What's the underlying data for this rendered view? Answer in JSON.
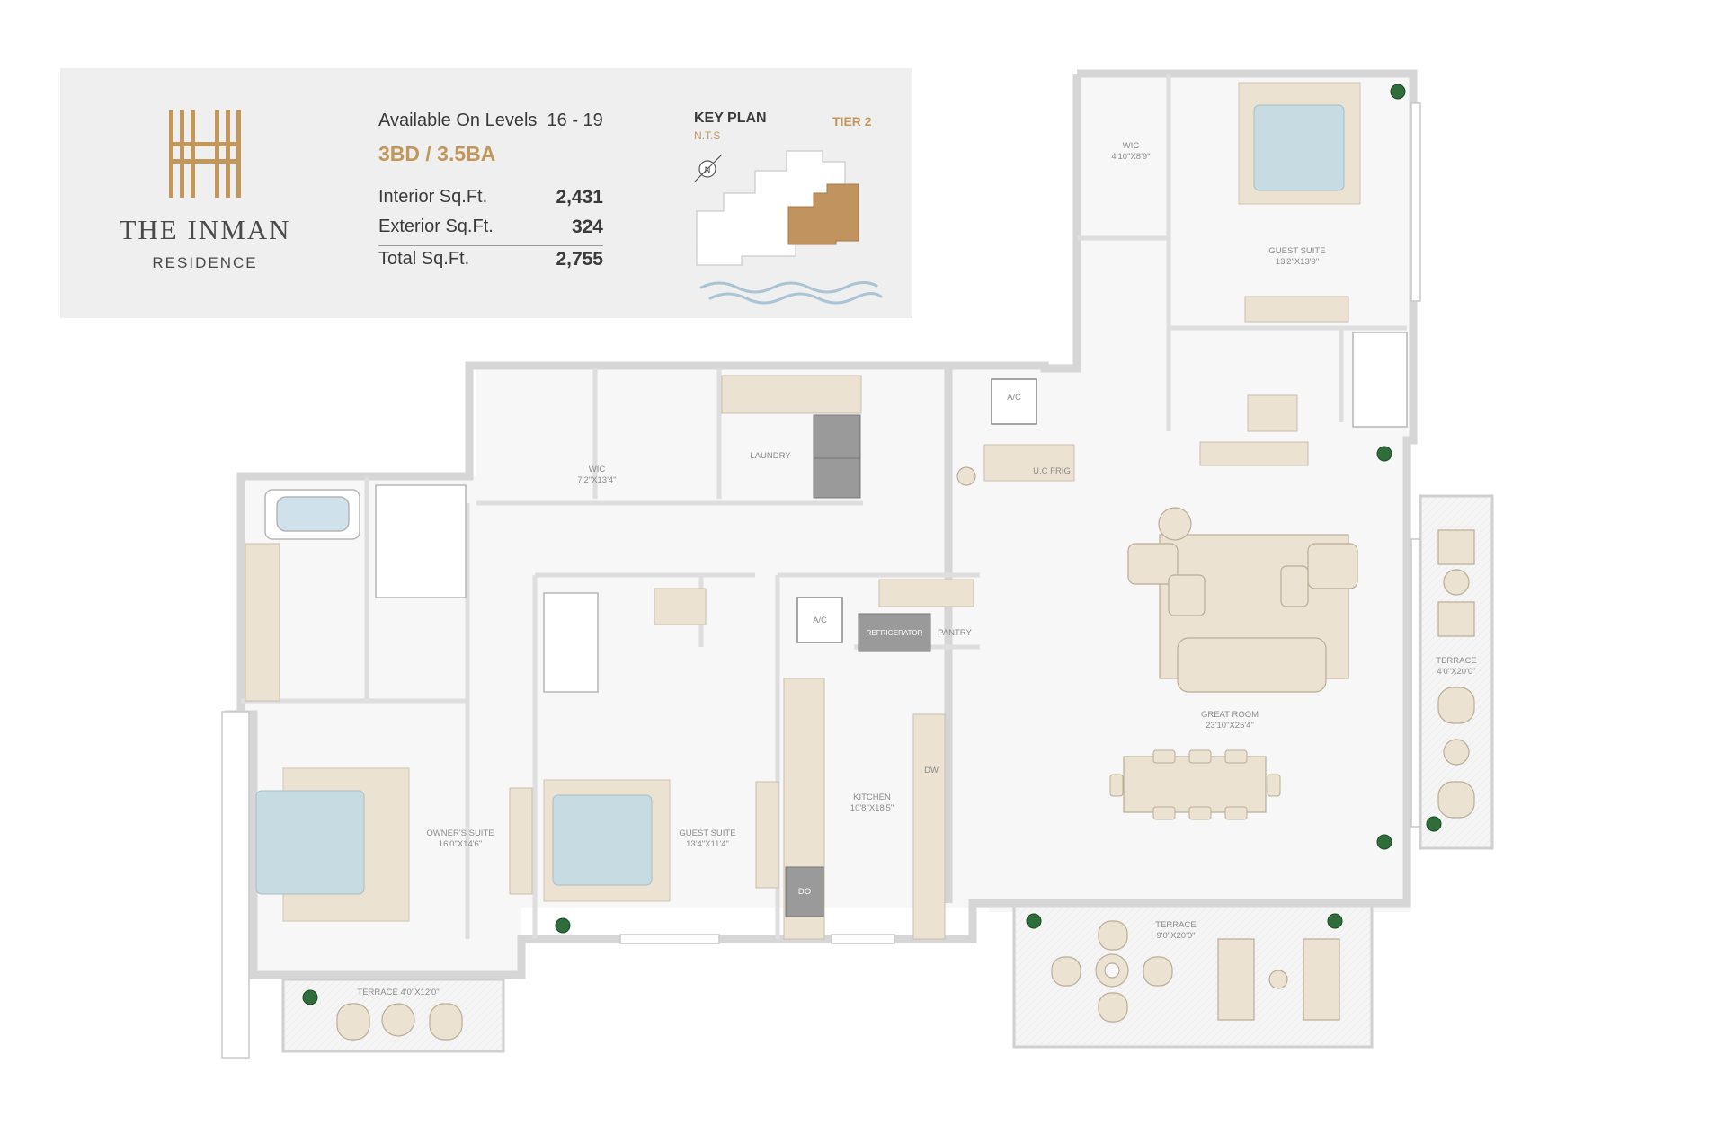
{
  "brand": {
    "name": "THE INMAN",
    "subtitle": "RESIDENCE",
    "logo_color": "#c1975b"
  },
  "summary": {
    "levels": "Available On Levels  16 - 19",
    "bedbath": "3BD / 3.5BA",
    "interior_label": "Interior Sq.Ft.",
    "interior_value": "2,431",
    "exterior_label": "Exterior Sq.Ft.",
    "exterior_value": "324",
    "total_label": "Total Sq.Ft.",
    "total_value": "2,755"
  },
  "key_plan": {
    "title": "KEY PLAN",
    "scale_note": "N.T.S",
    "tier": "TIER 2",
    "compass_letter": "N",
    "highlight_color": "#c1935e",
    "water_color": "#a9c4d4"
  },
  "rooms": {
    "wic_guest_name": "WIC",
    "wic_guest_dim": "4'10\"X8'9\"",
    "guest_suite_top_name": "GUEST SUITE",
    "guest_suite_top_dim": "13'2\"X13'9\"",
    "wic_owner_name": "WIC",
    "wic_owner_dim": "7'2\"X13'4\"",
    "laundry": "LAUNDRY",
    "ac_top": "A/C",
    "uc_frig": "U.C FRIG",
    "ac_kitchen": "A/C",
    "refrigerator": "REFRIGERATOR",
    "pantry": "PANTRY",
    "dw": "DW",
    "do": "DO",
    "kitchen_name": "KITCHEN",
    "kitchen_dim": "10'8\"X18'5\"",
    "great_room_name": "GREAT ROOM",
    "great_room_dim": "23'10\"X25'4\"",
    "owners_suite_name": "OWNER'S SUITE",
    "owners_suite_dim": "16'0\"X14'6\"",
    "guest_suite_name": "GUEST SUITE",
    "guest_suite_dim": "13'4\"X11'4\"",
    "terrace_right_name": "TERRACE",
    "terrace_right_dim": "4'0\"X20'0\"",
    "terrace_bottom_name": "TERRACE",
    "terrace_bottom_dim": "9'0\"X20'0\"",
    "terrace_owner": "TERRACE 4'0\"X12'0\""
  },
  "colors": {
    "wall": "#d9d9d9",
    "floor": "#f7f7f7",
    "furniture": "#ebe2d2",
    "furniture_edge": "#a99e8a",
    "bed": "#c7dbe3",
    "appliance": "#8e8e8e"
  }
}
